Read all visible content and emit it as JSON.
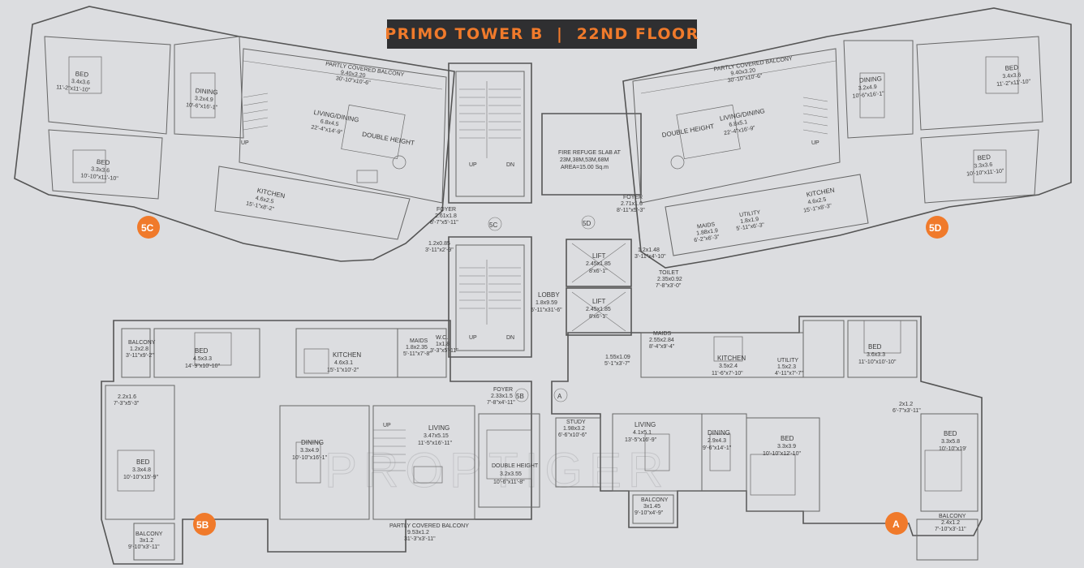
{
  "title": "PRIMO TOWER B  |  22ND FLOOR",
  "watermark": "PROPTIGER",
  "unit_tags": [
    "5C",
    "5D",
    "5B",
    "A"
  ],
  "core": {
    "fire_refuge": [
      "FIRE REFUGE SLAB AT",
      "23M,38M,53M,68M",
      "AREA=15.00 Sq.m"
    ],
    "lobby": [
      "LOBBY",
      "1.8x9.59",
      "5'-11\"x31'-6\""
    ],
    "lift1": [
      "LIFT",
      "2.45x1.85",
      "8'x6'-1\""
    ],
    "lift2": [
      "LIFT",
      "2.45x1.85",
      "8'x6'-1\""
    ],
    "stair_up": "UP",
    "stair_dn": "DN",
    "core_5c": "5C",
    "core_5d": "5D",
    "core_5b": "5B",
    "core_a": "A"
  },
  "rooms": [
    {
      "id": "5c-bed1",
      "lines": [
        "BED",
        "3.4x3.6",
        "11'-2\"x11'-10\""
      ]
    },
    {
      "id": "5c-dining",
      "lines": [
        "DINING",
        "3.2x4.9",
        "10'-6\"x16'-1\""
      ]
    },
    {
      "id": "5c-bed2",
      "lines": [
        "BED",
        "3.3x3.6",
        "10'-10\"x11'-10\""
      ]
    },
    {
      "id": "5c-living",
      "lines": [
        "LIVING/DINING",
        "6.8x4.5",
        "22'-4\"x14'-9\""
      ]
    },
    {
      "id": "5c-double",
      "lines": [
        "DOUBLE HEIGHT"
      ]
    },
    {
      "id": "5c-kitchen",
      "lines": [
        "KITCHEN",
        "4.6x2.5",
        "15'-1\"x8'-2\""
      ]
    },
    {
      "id": "5c-balcony",
      "lines": [
        "PARTLY COVERED BALCONY",
        "9.40x3.20",
        "30'-10\"x10'-6\""
      ]
    },
    {
      "id": "5c-foyer",
      "lines": [
        "FOYER",
        "2.61x1.8",
        "8'-7\"x5'-11\""
      ]
    },
    {
      "id": "5c-passage",
      "lines": [
        "1.2x0.85",
        "3'-11\"x2'-9\""
      ]
    },
    {
      "id": "5c-up",
      "lines": [
        "UP"
      ]
    },
    {
      "id": "5d-bed1",
      "lines": [
        "BED",
        "3.4x3.6",
        "11'-2\"x11'-10\""
      ]
    },
    {
      "id": "5d-dining",
      "lines": [
        "DINING",
        "3.2x4.9",
        "10'-6\"x16'-1\""
      ]
    },
    {
      "id": "5d-bed2",
      "lines": [
        "BED",
        "3.3x3.6",
        "10'-10\"x11'-10\""
      ]
    },
    {
      "id": "5d-living",
      "lines": [
        "LIVING/DINING",
        "6.8x5.1",
        "22'-4\"x16'-9\""
      ]
    },
    {
      "id": "5d-double",
      "lines": [
        "DOUBLE HEIGHT"
      ]
    },
    {
      "id": "5d-kitchen",
      "lines": [
        "KITCHEN",
        "4.6x2.5",
        "15'-1\"x8'-3\""
      ]
    },
    {
      "id": "5d-balcony",
      "lines": [
        "PARTLY COVERED BALCONY",
        "9.40x3.20",
        "30'-10\"x10'-6\""
      ]
    },
    {
      "id": "5d-foyer",
      "lines": [
        "FOYER",
        "2.71x1.6",
        "8'-11\"x5'-3\""
      ]
    },
    {
      "id": "5d-maids",
      "lines": [
        "MAIDS",
        "1.88x1.9",
        "6'-2\"x6'-3\""
      ]
    },
    {
      "id": "5d-utility",
      "lines": [
        "UTILITY",
        "1.8x1.9",
        "5'-11\"x6'-3\""
      ]
    },
    {
      "id": "5d-up",
      "lines": [
        "UP"
      ]
    },
    {
      "id": "5b-balcony1",
      "lines": [
        "BALCONY",
        "1.2x2.8",
        "3'-11\"x9'-2\""
      ]
    },
    {
      "id": "5b-bed1",
      "lines": [
        "BED",
        "4.5x3.3",
        "14'-9\"x10'-10\""
      ]
    },
    {
      "id": "5b-kitchen",
      "lines": [
        "KITCHEN",
        "4.6x3.1",
        "15'-1\"x10'-2\""
      ]
    },
    {
      "id": "5b-maids",
      "lines": [
        "MAIDS",
        "1.8x2.35",
        "5'-11\"x7'-8\""
      ]
    },
    {
      "id": "5b-wc",
      "lines": [
        "W.C.",
        "1x1.8",
        "3'-3\"x5'-11\""
      ]
    },
    {
      "id": "5b-entry",
      "lines": [
        "2.2x1.6",
        "7'-3\"x5'-3\""
      ]
    },
    {
      "id": "5b-bed2",
      "lines": [
        "BED",
        "3.3x4.8",
        "10'-10\"x15'-9\""
      ]
    },
    {
      "id": "5b-dining",
      "lines": [
        "DINING",
        "3.3x4.9",
        "10'-10\"x16'-1\""
      ]
    },
    {
      "id": "5b-living",
      "lines": [
        "LIVING",
        "3.47x5.15",
        "11'-5\"x16'-11\""
      ]
    },
    {
      "id": "5b-double",
      "lines": [
        "DOUBLE HEIGHT",
        "3.2x3.55",
        "10'-6\"x11'-8\""
      ]
    },
    {
      "id": "5b-foyer",
      "lines": [
        "FOYER",
        "2.33x1.5",
        "7'-8\"x4'-11\""
      ]
    },
    {
      "id": "5b-balcony2",
      "lines": [
        "BALCONY",
        "3x1.2",
        "9'-10\"x3'-11\""
      ]
    },
    {
      "id": "5b-partly",
      "lines": [
        "PARTLY COVERED BALCONY",
        "9.53x1.2",
        "31'-3\"x3'-11\""
      ]
    },
    {
      "id": "5b-up",
      "lines": [
        "UP"
      ]
    },
    {
      "id": "a-study",
      "lines": [
        "STUDY",
        "1.98x3.2",
        "6'-6\"x10'-6\""
      ]
    },
    {
      "id": "a-living",
      "lines": [
        "LIVING",
        "4.1x5.1",
        "13'-5\"x16'-9\""
      ]
    },
    {
      "id": "a-dining",
      "lines": [
        "DINING",
        "2.9x4.3",
        "9'-6\"x14'-1\""
      ]
    },
    {
      "id": "a-balcony",
      "lines": [
        "BALCONY",
        "3x1.45",
        "9'-10\"x4'-9\""
      ]
    },
    {
      "id": "a-bed1",
      "lines": [
        "BED",
        "3.3x3.9",
        "10'-10\"x12'-10\""
      ]
    },
    {
      "id": "a-kitchen",
      "lines": [
        "KITCHEN",
        "3.5x2.4",
        "11'-6\"x7'-10\""
      ]
    },
    {
      "id": "a-maids",
      "lines": [
        "MAIDS",
        "2.55x2.84",
        "8'-4\"x9'-4\""
      ]
    },
    {
      "id": "a-utility",
      "lines": [
        "UTILITY",
        "1.5x2.3",
        "4'-11\"x7'-7\""
      ]
    },
    {
      "id": "a-bed2",
      "lines": [
        "BED",
        "3.6x3.3",
        "11'-10\"x10'-10\""
      ]
    },
    {
      "id": "a-bed3",
      "lines": [
        "BED",
        "3.3x5.8",
        "10'-10\"x19'"
      ]
    },
    {
      "id": "a-passage",
      "lines": [
        "2x1.2",
        "6'-7\"x3'-11\""
      ]
    },
    {
      "id": "a-balcony2",
      "lines": [
        "BALCONY",
        "2.4x1.2",
        "7'-10\"x3'-11\""
      ]
    },
    {
      "id": "a-lobby2",
      "lines": [
        "1.55x1.09",
        "5'-1\"x3'-7\""
      ]
    },
    {
      "id": "a-toilet",
      "lines": [
        "TOILET",
        "2.35x0.92",
        "7'-8\"x3'-0\""
      ]
    },
    {
      "id": "a-passage2",
      "lines": [
        "1.2x1.48",
        "3'-11\"x4'-10\""
      ]
    }
  ]
}
